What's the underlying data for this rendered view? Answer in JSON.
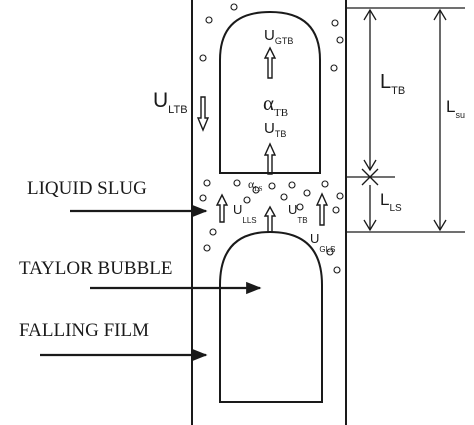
{
  "labels": {
    "liquid_slug": "LIQUID SLUG",
    "taylor_bubble": "TAYLOR BUBBLE",
    "falling_film": "FALLING FILM"
  },
  "symbols": {
    "u_gtb": {
      "main": "U",
      "sub": "GTB"
    },
    "u_ltb": {
      "main": "U",
      "sub": "LTB"
    },
    "alpha_tb": {
      "main": "α",
      "sub": "TB"
    },
    "u_tb_upper": {
      "main": "U",
      "sub": "TB"
    },
    "alpha_ls": {
      "main": "α",
      "sub": "LS"
    },
    "u_lls": {
      "main": "U",
      "sub": "LLS"
    },
    "u_tb_lower": {
      "main": "U",
      "sub": "TB"
    },
    "u_gls": {
      "main": "U",
      "sub": "GLS"
    },
    "l_tb": {
      "main": "L",
      "sub": "TB"
    },
    "l_ls": {
      "main": "L",
      "sub": "LS"
    },
    "l_su": {
      "main": "L",
      "sub": "su"
    }
  },
  "colors": {
    "ink": "#1a1a1a",
    "background": "#ffffff"
  }
}
